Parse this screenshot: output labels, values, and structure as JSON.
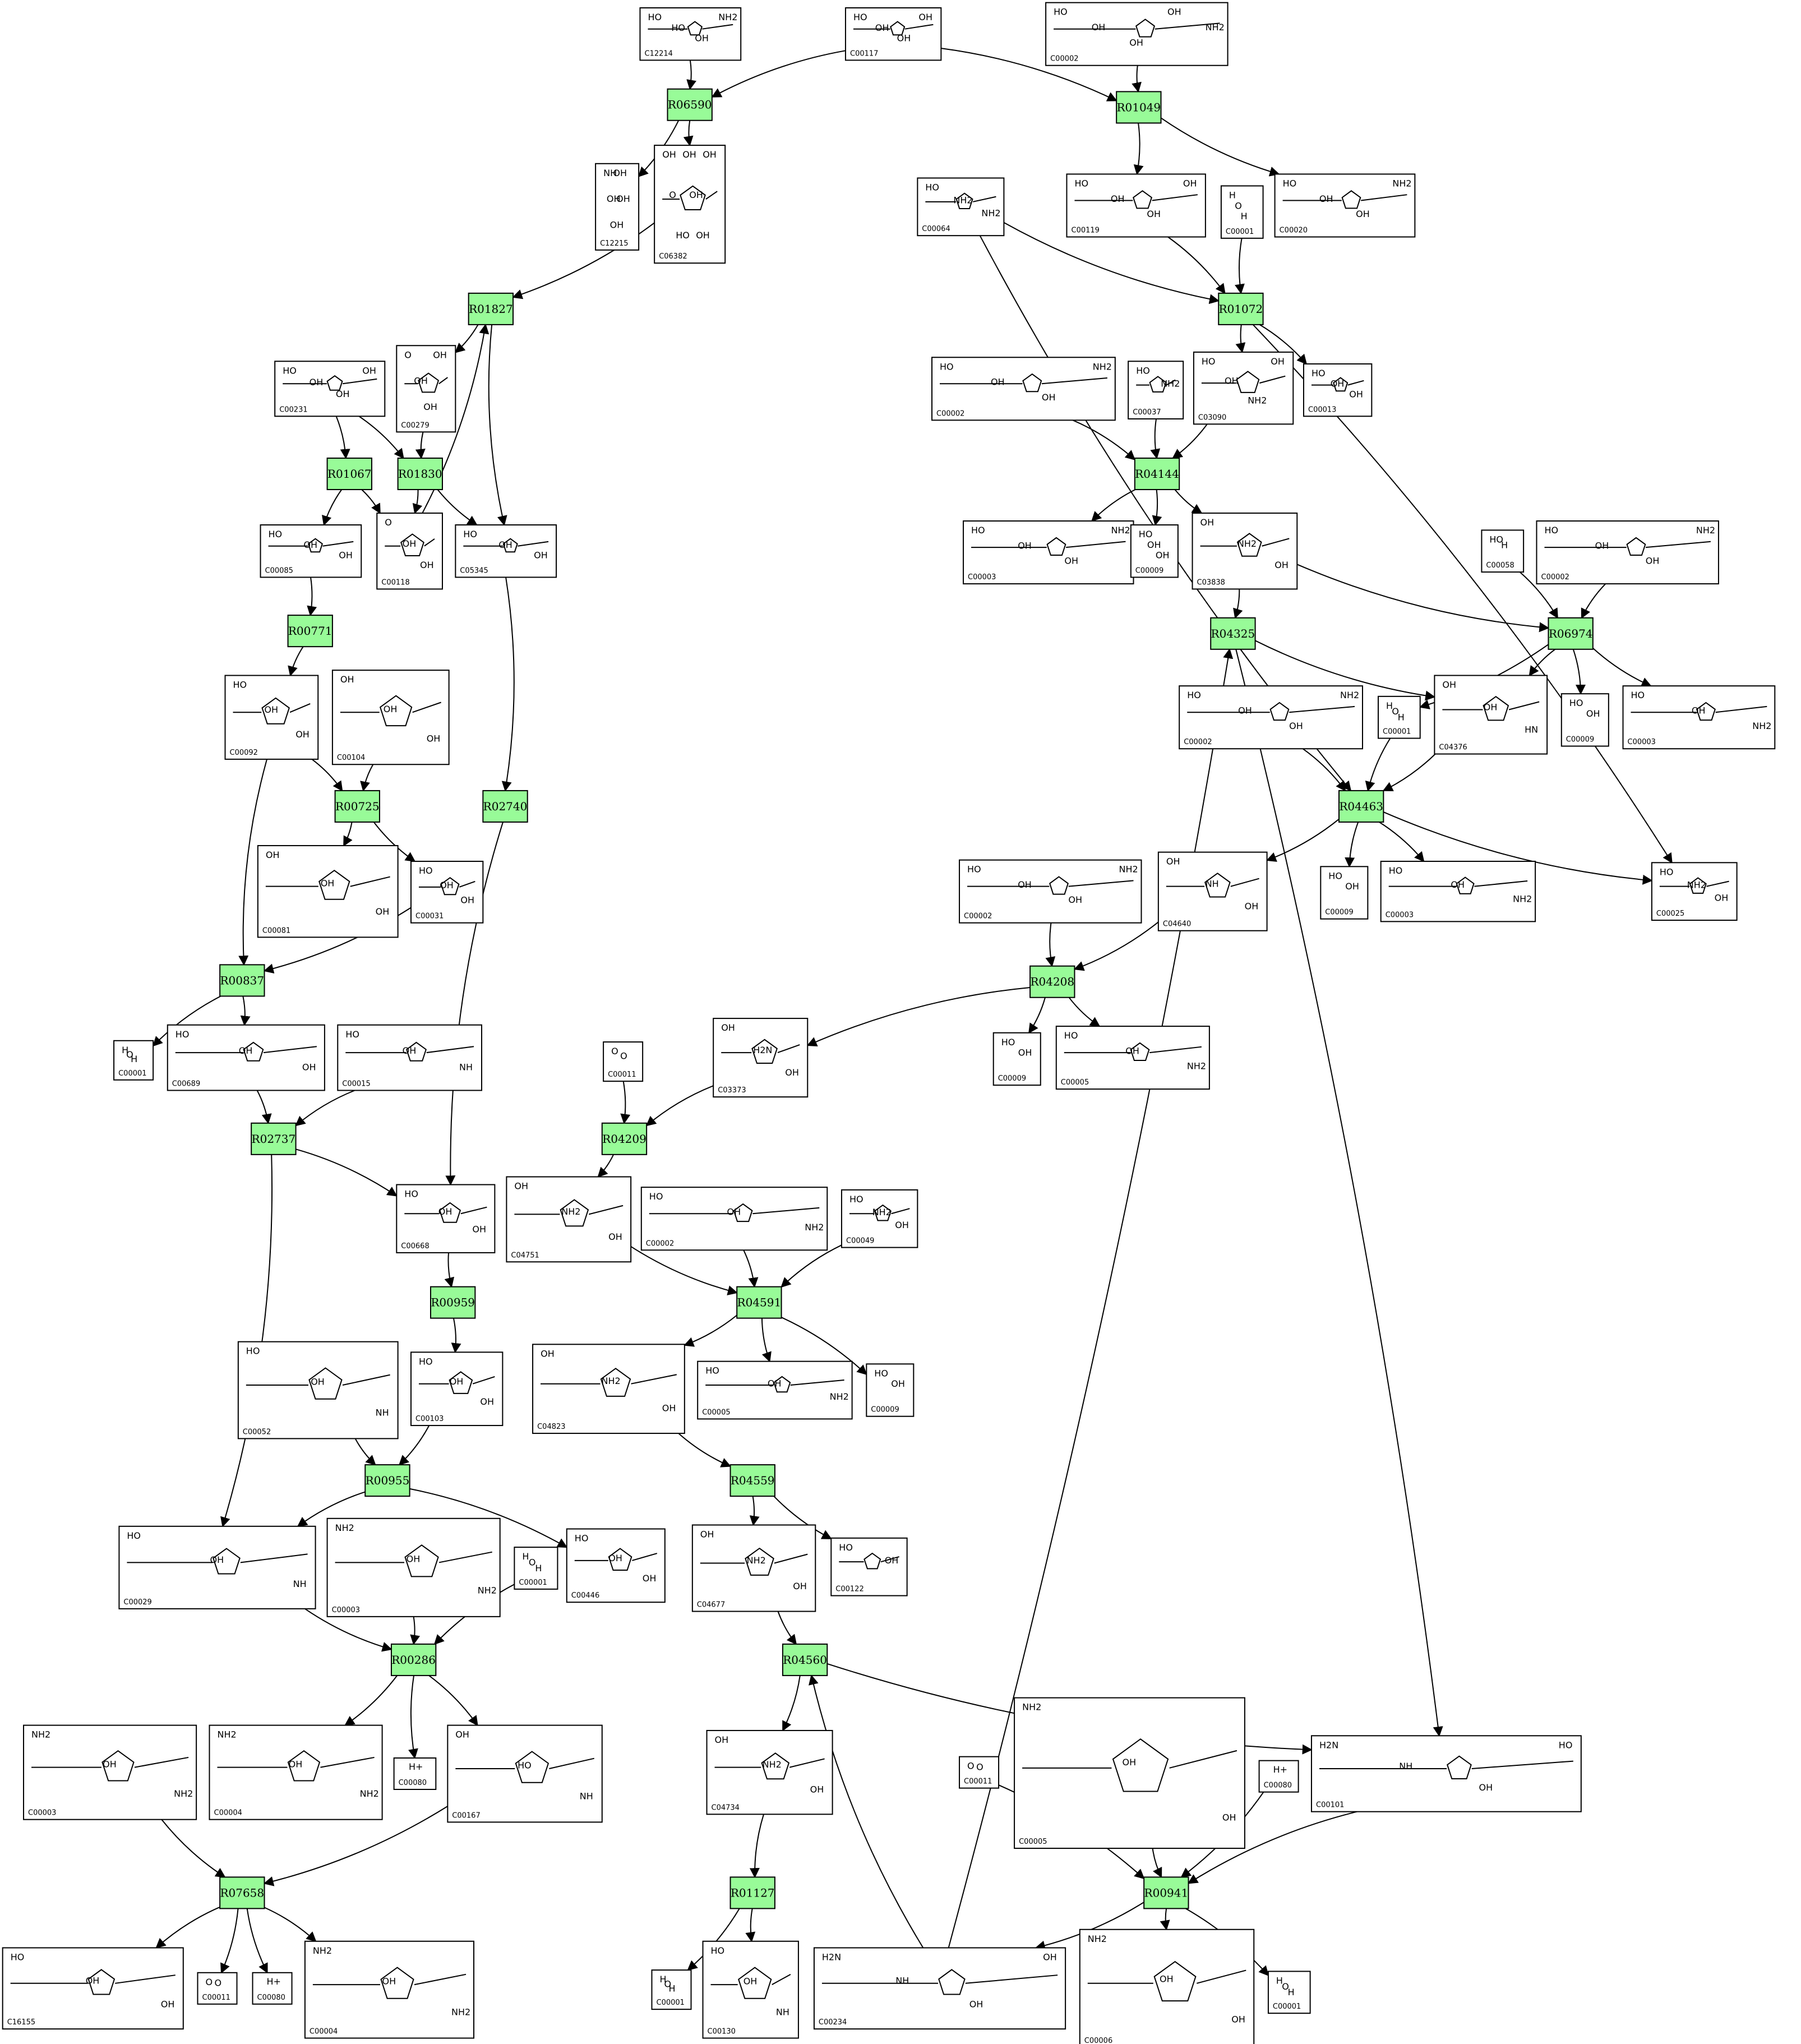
{
  "reactions": [
    "R06590",
    "R01049",
    "R01827",
    "R01072",
    "R01067",
    "R01830",
    "R04144",
    "R00771",
    "R04325",
    "R06974",
    "R00725",
    "R02740",
    "R04463",
    "R00837",
    "R04208",
    "R02737",
    "R04209",
    "R00959",
    "R04591",
    "R00955",
    "R04559",
    "R00286",
    "R04560",
    "R07658",
    "R01127",
    "R00941"
  ],
  "compounds": [
    {
      "id": "C12214",
      "atoms": [
        "HO",
        "HO",
        "OH",
        "NH2"
      ]
    },
    {
      "id": "C00117",
      "atoms": [
        "HO",
        "OH",
        "OH",
        "OH"
      ]
    },
    {
      "id": "C00002",
      "atoms": [
        "HO",
        "OH",
        "OH",
        "OH",
        "NH2"
      ]
    },
    {
      "id": "C12215",
      "atoms": [
        "NH",
        "OH",
        "OH",
        "OH",
        "OH"
      ]
    },
    {
      "id": "C06382",
      "atoms": [
        "OH",
        "O",
        "HO",
        "OH",
        "OH",
        "OH",
        "OH"
      ]
    },
    {
      "id": "C00064",
      "atoms": [
        "HO",
        "NH2",
        "NH2"
      ]
    },
    {
      "id": "C00119",
      "atoms": [
        "HO",
        "OH",
        "OH",
        "OH"
      ]
    },
    {
      "id": "C00001",
      "atoms": [
        "H",
        "O",
        "H"
      ]
    },
    {
      "id": "C00020",
      "atoms": [
        "HO",
        "OH",
        "OH",
        "NH2"
      ]
    },
    {
      "id": "C00231",
      "atoms": [
        "HO",
        "OH",
        "OH",
        "OH"
      ]
    },
    {
      "id": "C00279",
      "atoms": [
        "O",
        "OH",
        "OH",
        "OH"
      ]
    },
    {
      "id": "C00002",
      "atoms": [
        "HO",
        "OH",
        "OH",
        "NH2"
      ]
    },
    {
      "id": "C00037",
      "atoms": [
        "HO",
        "NH2"
      ]
    },
    {
      "id": "C03090",
      "atoms": [
        "HO",
        "OH",
        "NH2",
        "OH"
      ]
    },
    {
      "id": "C00013",
      "atoms": [
        "HO",
        "OH",
        "OH"
      ]
    },
    {
      "id": "C00085",
      "atoms": [
        "HO",
        "OH",
        "OH"
      ]
    },
    {
      "id": "C00118",
      "atoms": [
        "O",
        "OH",
        "OH"
      ]
    },
    {
      "id": "C05345",
      "atoms": [
        "HO",
        "OH",
        "OH"
      ]
    },
    {
      "id": "C00003",
      "atoms": [
        "HO",
        "OH",
        "OH",
        "NH2"
      ]
    },
    {
      "id": "C00009",
      "atoms": [
        "HO",
        "OH",
        "OH"
      ]
    },
    {
      "id": "C03838",
      "atoms": [
        "OH",
        "NH2",
        "OH"
      ]
    },
    {
      "id": "C00058",
      "atoms": [
        "HO",
        "H"
      ]
    },
    {
      "id": "C00002",
      "atoms": [
        "HO",
        "OH",
        "OH",
        "NH2"
      ]
    },
    {
      "id": "C00092",
      "atoms": [
        "HO",
        "OH",
        "OH"
      ]
    },
    {
      "id": "C00104",
      "atoms": [
        "OH",
        "OH",
        "OH"
      ]
    },
    {
      "id": "C00002",
      "atoms": [
        "HO",
        "OH",
        "OH",
        "NH2"
      ]
    },
    {
      "id": "C00001",
      "atoms": [
        "H",
        "O",
        "H"
      ]
    },
    {
      "id": "C04376",
      "atoms": [
        "OH",
        "OH",
        "HN"
      ]
    },
    {
      "id": "C00009",
      "atoms": [
        "HO",
        "OH"
      ]
    },
    {
      "id": "C00003",
      "atoms": [
        "HO",
        "OH",
        "NH2"
      ]
    },
    {
      "id": "C00081",
      "atoms": [
        "OH",
        "OH",
        "OH"
      ]
    },
    {
      "id": "C00031",
      "atoms": [
        "HO",
        "OH",
        "OH"
      ]
    },
    {
      "id": "C00002",
      "atoms": [
        "HO",
        "OH",
        "OH",
        "NH2"
      ]
    },
    {
      "id": "C04640",
      "atoms": [
        "OH",
        "NH",
        "OH"
      ]
    },
    {
      "id": "C00009",
      "atoms": [
        "HO",
        "OH"
      ]
    },
    {
      "id": "C00003",
      "atoms": [
        "HO",
        "OH",
        "NH2"
      ]
    },
    {
      "id": "C00025",
      "atoms": [
        "HO",
        "NH2",
        "OH"
      ]
    },
    {
      "id": "C00001",
      "atoms": [
        "H",
        "O",
        "H"
      ]
    },
    {
      "id": "C00689",
      "atoms": [
        "HO",
        "OH",
        "OH"
      ]
    },
    {
      "id": "C00015",
      "atoms": [
        "HO",
        "OH",
        "NH"
      ]
    },
    {
      "id": "C00011",
      "atoms": [
        "O",
        "O"
      ]
    },
    {
      "id": "C03373",
      "atoms": [
        "OH",
        "H2N",
        "OH"
      ]
    },
    {
      "id": "C00009",
      "atoms": [
        "HO",
        "OH"
      ]
    },
    {
      "id": "C00005",
      "atoms": [
        "HO",
        "OH",
        "NH2"
      ]
    },
    {
      "id": "C00668",
      "atoms": [
        "HO",
        "OH",
        "OH"
      ]
    },
    {
      "id": "C04751",
      "atoms": [
        "OH",
        "NH2",
        "OH"
      ]
    },
    {
      "id": "C00002",
      "atoms": [
        "HO",
        "OH",
        "NH2"
      ]
    },
    {
      "id": "C00049",
      "atoms": [
        "HO",
        "NH2",
        "OH"
      ]
    },
    {
      "id": "C00052",
      "atoms": [
        "HO",
        "OH",
        "NH"
      ]
    },
    {
      "id": "C00103",
      "atoms": [
        "HO",
        "OH",
        "OH"
      ]
    },
    {
      "id": "C04823",
      "atoms": [
        "OH",
        "NH2",
        "OH"
      ]
    },
    {
      "id": "C00005",
      "atoms": [
        "HO",
        "OH",
        "NH2"
      ]
    },
    {
      "id": "C00009",
      "atoms": [
        "HO",
        "OH"
      ]
    },
    {
      "id": "C00029",
      "atoms": [
        "HO",
        "OH",
        "NH"
      ]
    },
    {
      "id": "C00003",
      "atoms": [
        "NH2",
        "OH",
        "NH2"
      ]
    },
    {
      "id": "C00001",
      "atoms": [
        "H",
        "O",
        "H"
      ]
    },
    {
      "id": "C00446",
      "atoms": [
        "HO",
        "OH",
        "OH"
      ]
    },
    {
      "id": "C04677",
      "atoms": [
        "OH",
        "NH2",
        "OH"
      ]
    },
    {
      "id": "C00122",
      "atoms": [
        "HO",
        "OH"
      ]
    },
    {
      "id": "C00003",
      "atoms": [
        "NH2",
        "OH",
        "NH2"
      ]
    },
    {
      "id": "C00004",
      "atoms": [
        "NH2",
        "OH",
        "NH2"
      ]
    },
    {
      "id": "C00080",
      "atoms": [
        "H+"
      ]
    },
    {
      "id": "C00167",
      "atoms": [
        "OH",
        "HO",
        "NH"
      ]
    },
    {
      "id": "C04734",
      "atoms": [
        "OH",
        "NH2",
        "OH"
      ]
    },
    {
      "id": "C00011",
      "atoms": [
        "O",
        "O"
      ]
    },
    {
      "id": "C00005",
      "atoms": [
        "NH2",
        "OH",
        "OH"
      ]
    },
    {
      "id": "C00080",
      "atoms": [
        "H+"
      ]
    },
    {
      "id": "C00101",
      "atoms": [
        "H2N",
        "NH",
        "OH",
        "HO"
      ]
    },
    {
      "id": "C16155",
      "atoms": [
        "HO",
        "OH",
        "OH"
      ]
    },
    {
      "id": "C00011",
      "atoms": [
        "O",
        "O"
      ]
    },
    {
      "id": "C00080",
      "atoms": [
        "H+"
      ]
    },
    {
      "id": "C00004",
      "atoms": [
        "NH2",
        "OH",
        "NH2"
      ]
    },
    {
      "id": "C00001",
      "atoms": [
        "H",
        "O",
        "H"
      ]
    },
    {
      "id": "C00130",
      "atoms": [
        "HO",
        "OH",
        "NH"
      ]
    },
    {
      "id": "C00234",
      "atoms": [
        "H2N",
        "NH",
        "OH",
        "OH"
      ]
    },
    {
      "id": "C00006",
      "atoms": [
        "NH2",
        "OH",
        "OH"
      ]
    },
    {
      "id": "C00001",
      "atoms": [
        "H",
        "O",
        "H"
      ]
    }
  ],
  "colors": {
    "reaction_fill": "#98fb98",
    "stroke": "#000000",
    "background": "#ffffff"
  }
}
